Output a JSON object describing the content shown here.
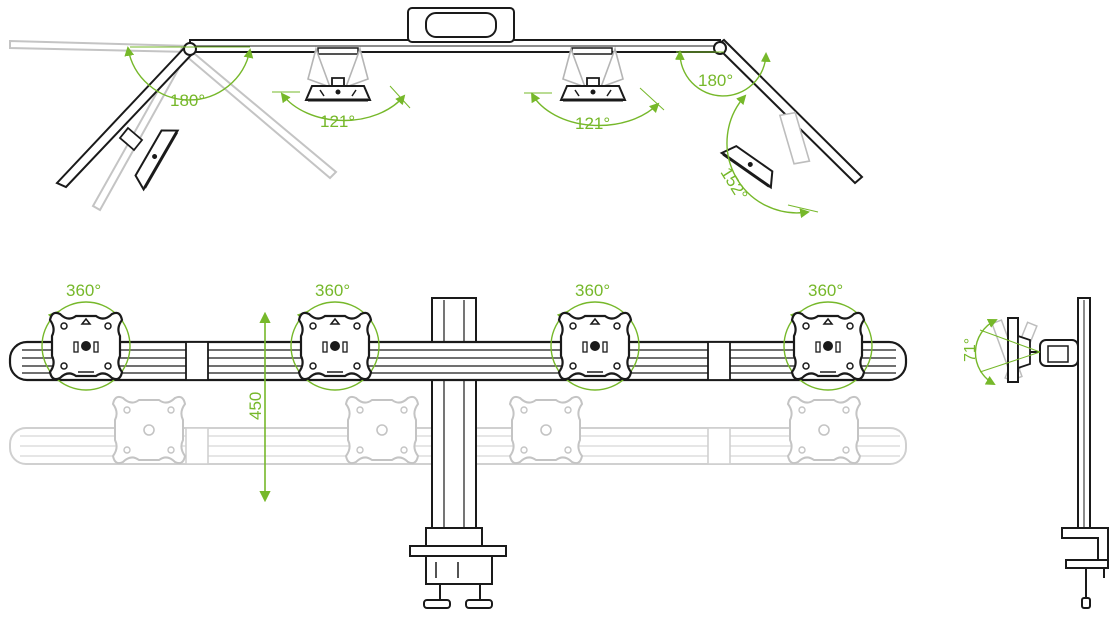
{
  "colors": {
    "accent": "#76b82a",
    "line": "#1a1a1a",
    "ghost": "#c4c4c4",
    "fill": "#ffffff"
  },
  "top_view": {
    "left_arm_angle": "180°",
    "right_arm_angle": "180°",
    "center_left_angle": "121°",
    "center_right_angle": "121°",
    "right_tilt_angle": "152°"
  },
  "front_view": {
    "rotation_labels": [
      "360°",
      "360°",
      "360°",
      "360°"
    ],
    "height_adjustment": "450"
  },
  "side_view": {
    "tilt_angle": "71°"
  }
}
